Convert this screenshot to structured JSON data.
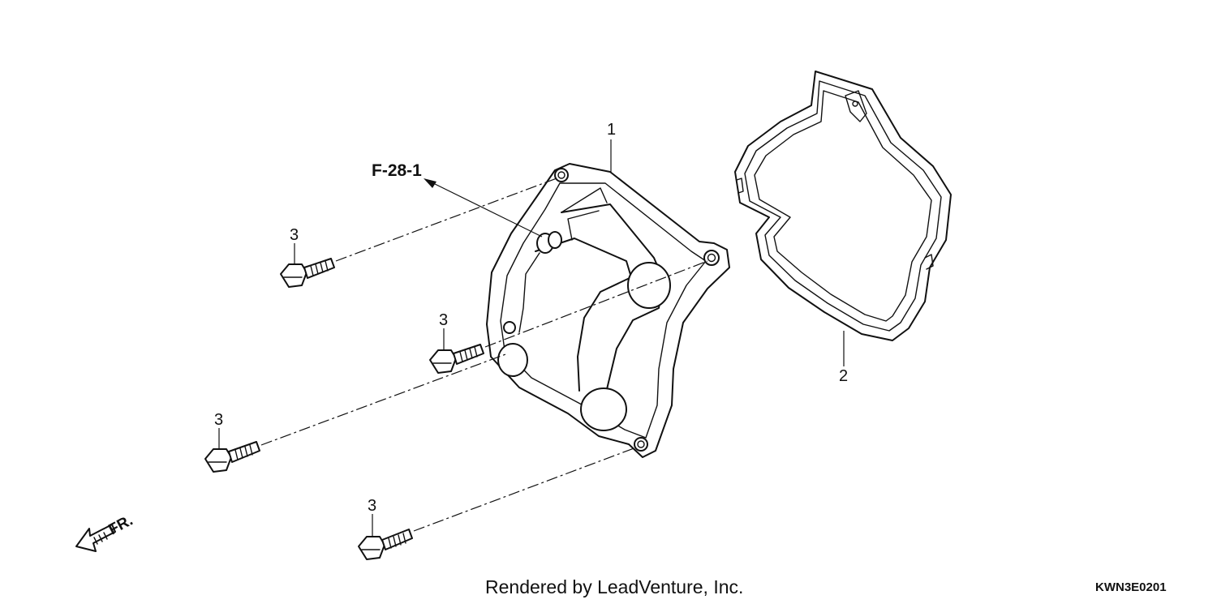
{
  "parts": {
    "cover_callout": "1",
    "gasket_callout": "2",
    "bolt_callout": "3",
    "reference": "F-28-1"
  },
  "orientation": {
    "front_label": "FR."
  },
  "footer": {
    "credit": "Rendered by LeadVenture, Inc.",
    "drawing_code": "KWN3E0201"
  },
  "icons": [
    "front-direction-arrow-icon"
  ]
}
